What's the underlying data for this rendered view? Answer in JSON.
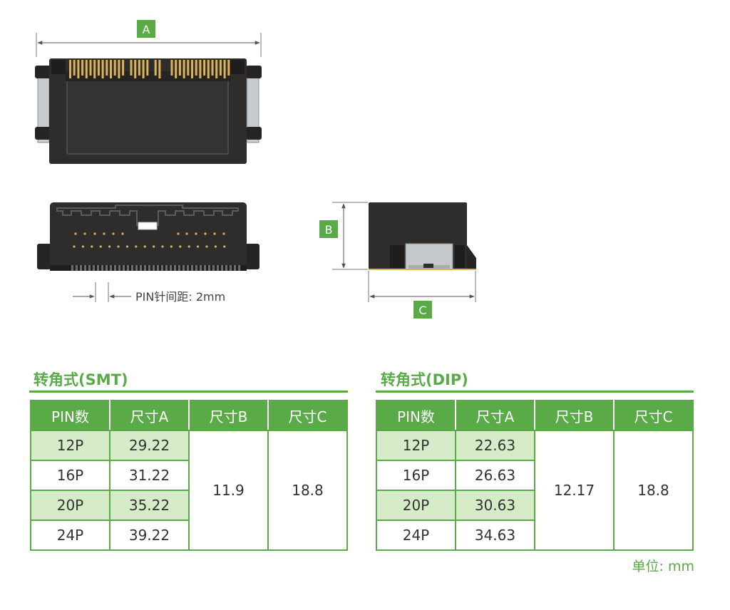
{
  "drawing": {
    "dim_a_label": "A",
    "dim_b_label": "B",
    "dim_c_label": "C",
    "pitch_note": "PIN针间距: 2mm"
  },
  "tables": [
    {
      "title": "转角式(SMT)",
      "headers": [
        "PIN数",
        "尺寸A",
        "尺寸B",
        "尺寸C"
      ],
      "rows": [
        {
          "pin": "12P",
          "a": "29.22"
        },
        {
          "pin": "16P",
          "a": "31.22"
        },
        {
          "pin": "20P",
          "a": "35.22"
        },
        {
          "pin": "24P",
          "a": "39.22"
        }
      ],
      "b": "11.9",
      "c": "18.8"
    },
    {
      "title": "转角式(DIP)",
      "headers": [
        "PIN数",
        "尺寸A",
        "尺寸B",
        "尺寸C"
      ],
      "rows": [
        {
          "pin": "12P",
          "a": "22.63"
        },
        {
          "pin": "16P",
          "a": "26.63"
        },
        {
          "pin": "20P",
          "a": "30.63"
        },
        {
          "pin": "24P",
          "a": "34.63"
        }
      ],
      "b": "12.17",
      "c": "18.8"
    }
  ],
  "unit": "单位: mm",
  "colors": {
    "accent": "#5aaa48",
    "row_shade": "#d6ebc8",
    "body": "#2e2d2c",
    "pin_gold": "#d9b25a"
  }
}
